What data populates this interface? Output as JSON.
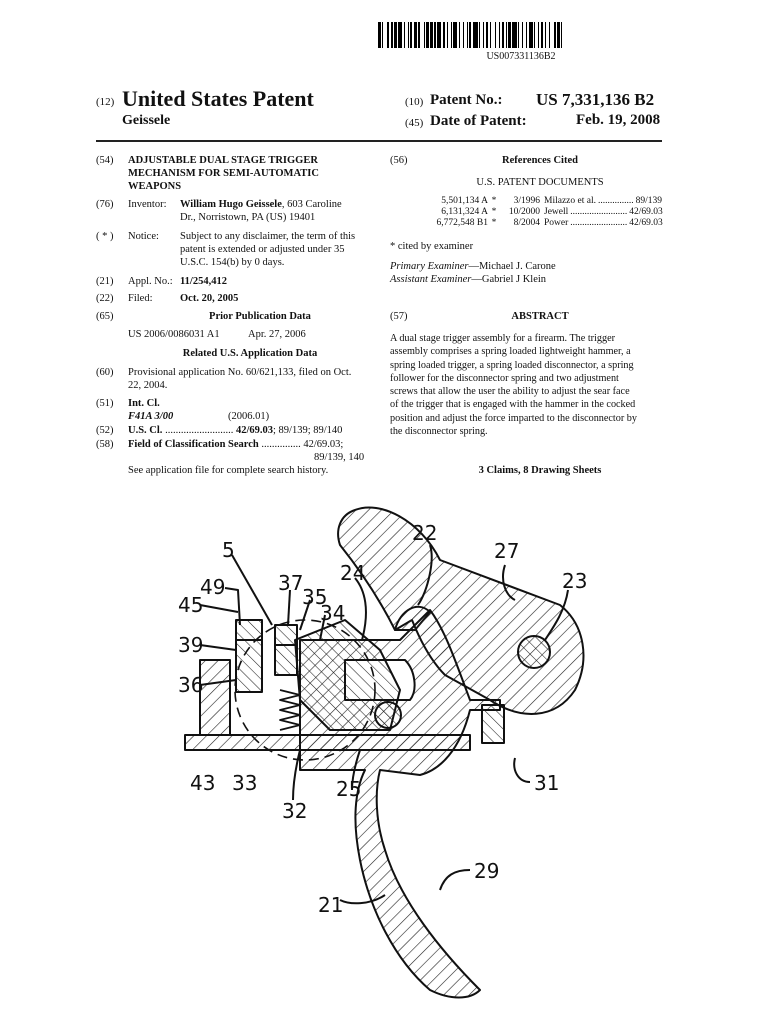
{
  "barcode_text": "US007331136B2",
  "header": {
    "left_code": "(12)",
    "doc_type": "United States Patent",
    "inventor_surname": "Geissele",
    "patent_no_code": "(10)",
    "patent_no_label": "Patent No.:",
    "patent_no": "US 7,331,136 B2",
    "date_code": "(45)",
    "date_label": "Date of Patent:",
    "date": "Feb. 19, 2008"
  },
  "left_col": {
    "title_code": "(54)",
    "title_lines": [
      "ADJUSTABLE DUAL STAGE TRIGGER",
      "MECHANISM FOR SEMI-AUTOMATIC",
      "WEAPONS"
    ],
    "inventor_code": "(76)",
    "inventor_label": "Inventor:",
    "inventor_name": "William Hugo Geissele",
    "inventor_addr1": ", 603 Caroline",
    "inventor_addr2": "Dr., Norristown, PA (US) 19401",
    "notice_code": "( * )",
    "notice_label": "Notice:",
    "notice_lines": [
      "Subject to any disclaimer, the term of this",
      "patent is extended or adjusted under 35",
      "U.S.C. 154(b) by 0 days."
    ],
    "appl_code": "(21)",
    "appl_label": "Appl. No.:",
    "appl_no": "11/254,412",
    "filed_code": "(22)",
    "filed_label": "Filed:",
    "filed_date": "Oct. 20, 2005",
    "prior_code": "(65)",
    "prior_heading": "Prior Publication Data",
    "prior_pub": "US 2006/0086031 A1",
    "prior_date": "Apr. 27, 2006",
    "related_heading": "Related U.S. Application Data",
    "prov_code": "(60)",
    "prov_lines": [
      "Provisional application No. 60/621,133, filed on Oct.",
      "22, 2004."
    ],
    "intcl_code": "(51)",
    "intcl_label": "Int. Cl.",
    "intcl_class": "F41A 3/00",
    "intcl_year": "(2006.01)",
    "uscl_code": "(52)",
    "uscl_label": "U.S. Cl.",
    "uscl_dots": "..........................",
    "uscl_main": "42/69.03",
    "uscl_rest": "; 89/139; 89/140",
    "field_code": "(58)",
    "field_label": "Field of Classification Search",
    "field_dots": "...............",
    "field_val1": "42/69.03;",
    "field_val2": "89/139, 140",
    "see_app": "See application file for complete search history."
  },
  "right_col": {
    "refs_code": "(56)",
    "refs_heading": "References Cited",
    "us_docs_heading": "U.S. PATENT DOCUMENTS",
    "references": [
      {
        "number": "5,501,134 A",
        "star": "*",
        "date": "3/1996",
        "name": "Milazzo et al.",
        "dots": "...............",
        "cls": "89/139"
      },
      {
        "number": "6,131,324 A",
        "star": "*",
        "date": "10/2000",
        "name": "Jewell",
        "dots": "........................",
        "cls": "42/69.03"
      },
      {
        "number": "6,772,548 B1",
        "star": "*",
        "date": "8/2004",
        "name": "Power",
        "dots": "........................",
        "cls": "42/69.03"
      }
    ],
    "cited_note": "* cited by examiner",
    "primary_label": "Primary Examiner",
    "primary_name": "—Michael J. Carone",
    "assistant_label": "Assistant Examiner",
    "assistant_name": "—Gabriel J Klein",
    "abstract_code": "(57)",
    "abstract_heading": "ABSTRACT",
    "abstract_lines": [
      "A dual stage trigger assembly for a firearm. The trigger",
      "assembly comprises a spring loaded lightweight hammer, a",
      "spring loaded trigger, a spring loaded disconnector, a spring",
      "follower for the disconnector spring and two adjustment",
      "screws that allow the user the ability to adjust the sear face",
      "of the trigger that is engaged with the hammer in the cocked",
      "position and adjust the force imparted to the disconnector by",
      "the disconnector spring."
    ],
    "claims": "3 Claims, 8 Drawing Sheets"
  },
  "drawing_labels": {
    "l5": "5",
    "l49": "49",
    "l37": "37",
    "l24": "24",
    "l35": "35",
    "l34": "34",
    "l45": "45",
    "l39": "39",
    "l36": "36",
    "l22": "22",
    "l27": "27",
    "l23": "23",
    "l43": "43",
    "l33": "33",
    "l25": "25",
    "l32": "32",
    "l31": "31",
    "l21": "21",
    "l29": "29"
  }
}
